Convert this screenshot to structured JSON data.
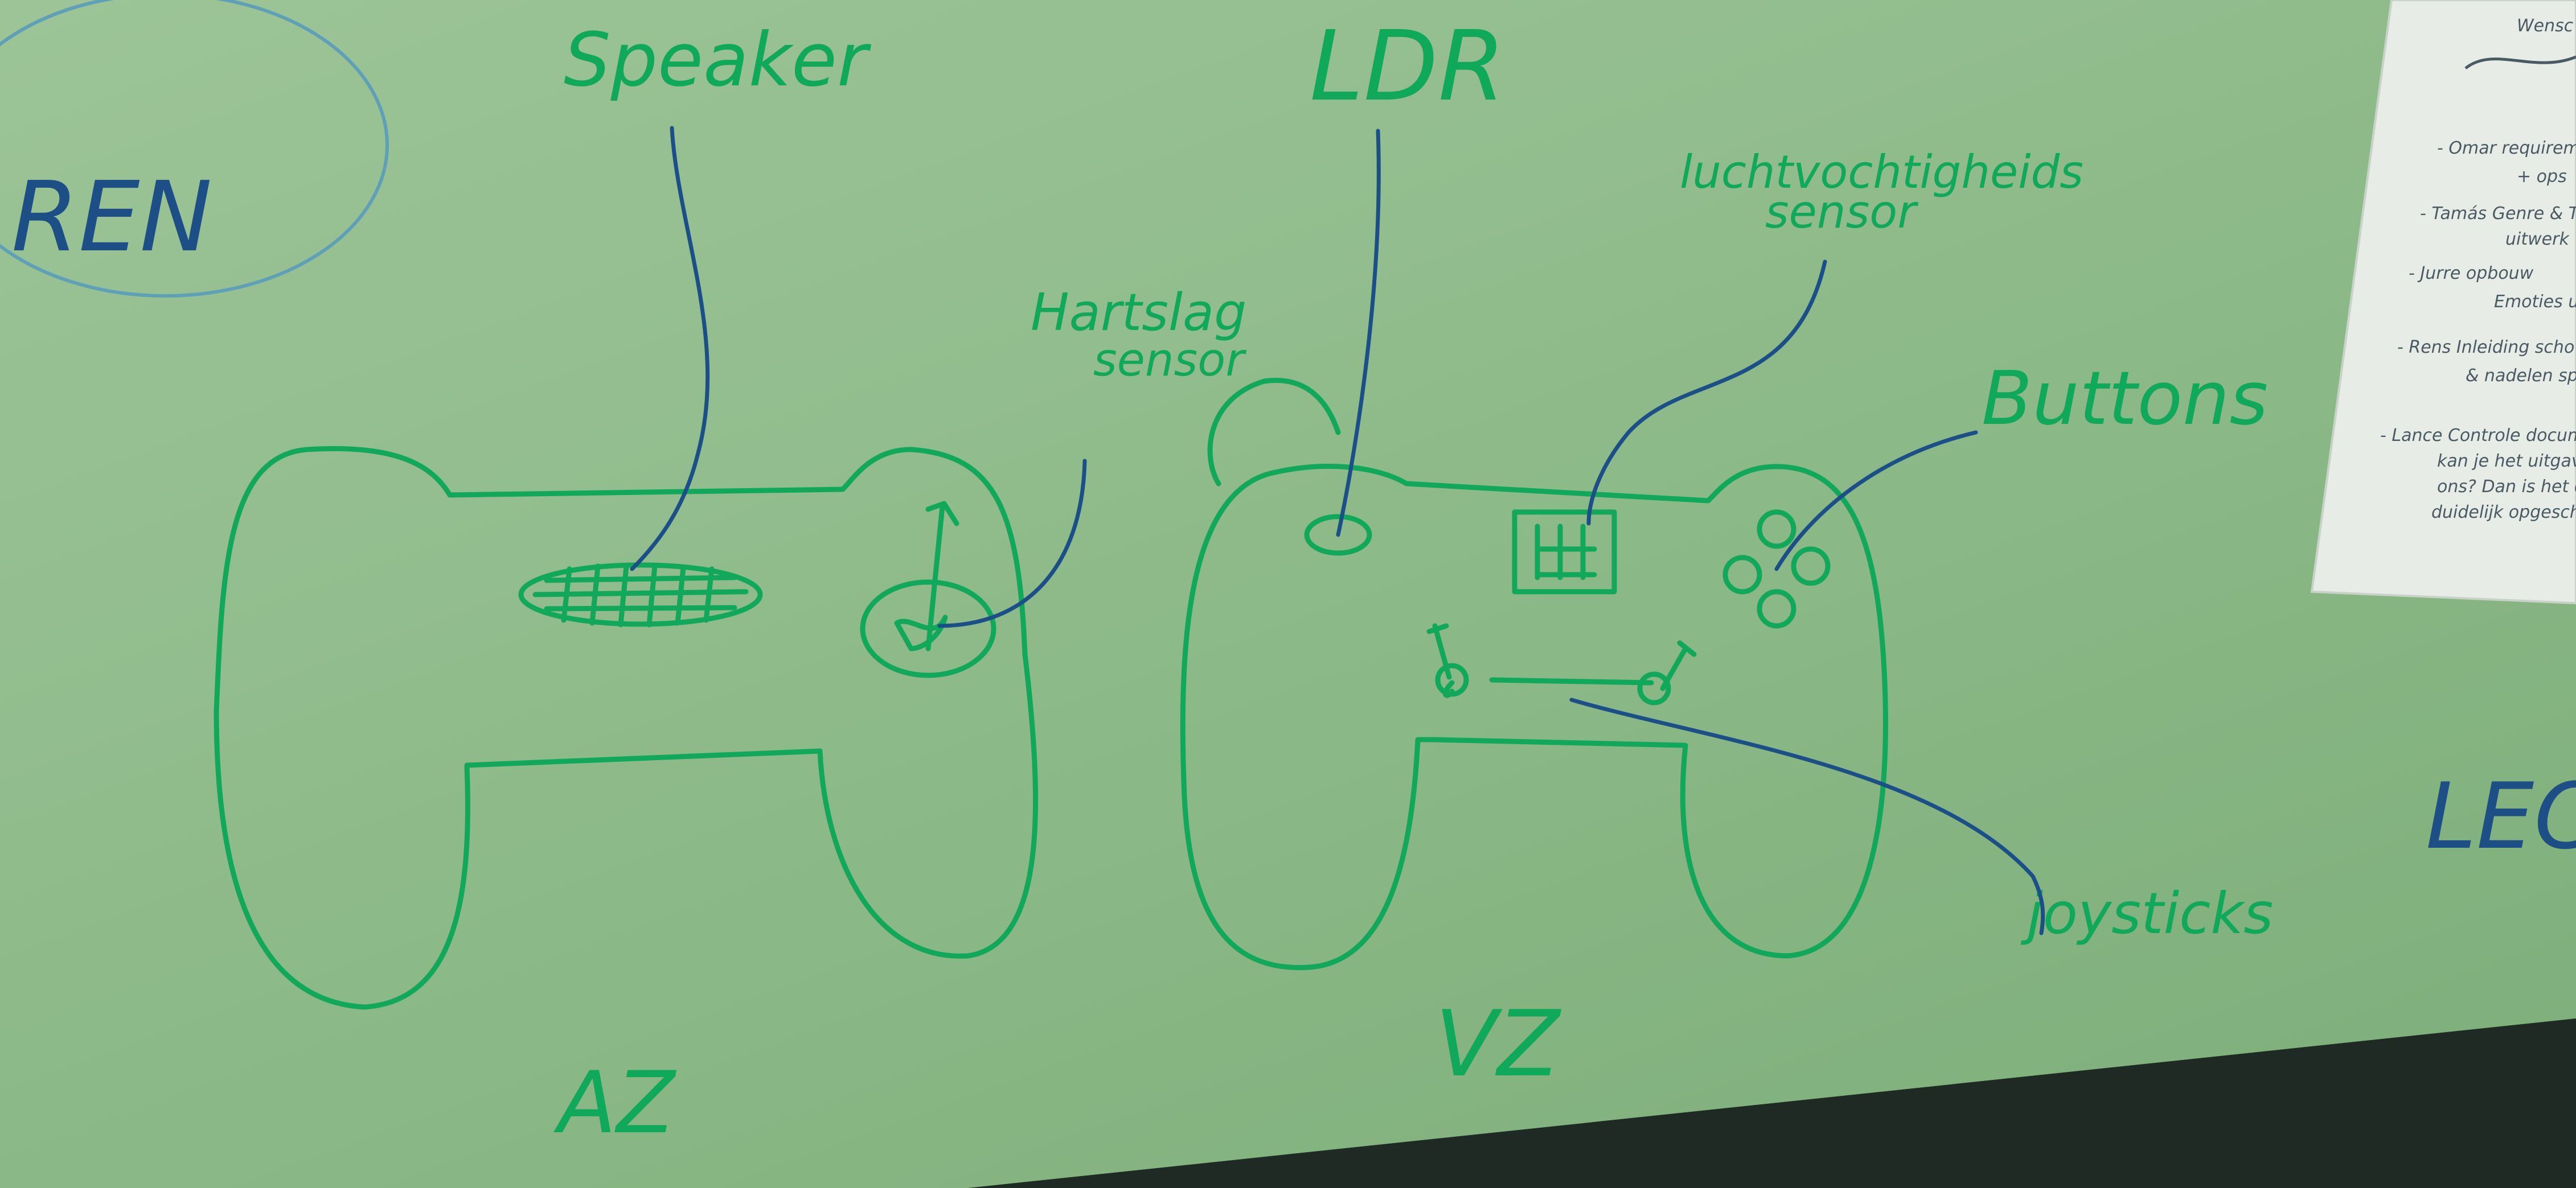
{
  "labels": {
    "speaker": "Speaker",
    "ldr": "LDR",
    "humidity_line1": "luchtvochtigheids",
    "humidity_line2": "sensor",
    "heartbeat_line1": "Hartslag",
    "heartbeat_line2": "sensor",
    "buttons": "Buttons",
    "joysticks": "joysticks",
    "az": "AZ",
    "vz": "VZ",
    "left_partial": "REN",
    "right_partial": "LEC"
  },
  "paper_note": {
    "lines": [
      "Wensc",
      "- Omar requirem",
      "+ ops",
      "- Tamás Genre & T",
      "uitwerk",
      "- Jurre opbouw",
      "Emoties ui",
      "- Rens Inleiding scho",
      "& nadelen spe",
      "- Lance Controle docum",
      "kan je het uitgaven",
      "ons? Dan is het duid",
      "duidelijk opgeschreven"
    ]
  },
  "colors": {
    "board": "#8fb88a",
    "green_marker": "#12a85c",
    "blue_marker": "#1c4f88",
    "paper": "#e8ece6",
    "floor": "#1f2a24"
  }
}
